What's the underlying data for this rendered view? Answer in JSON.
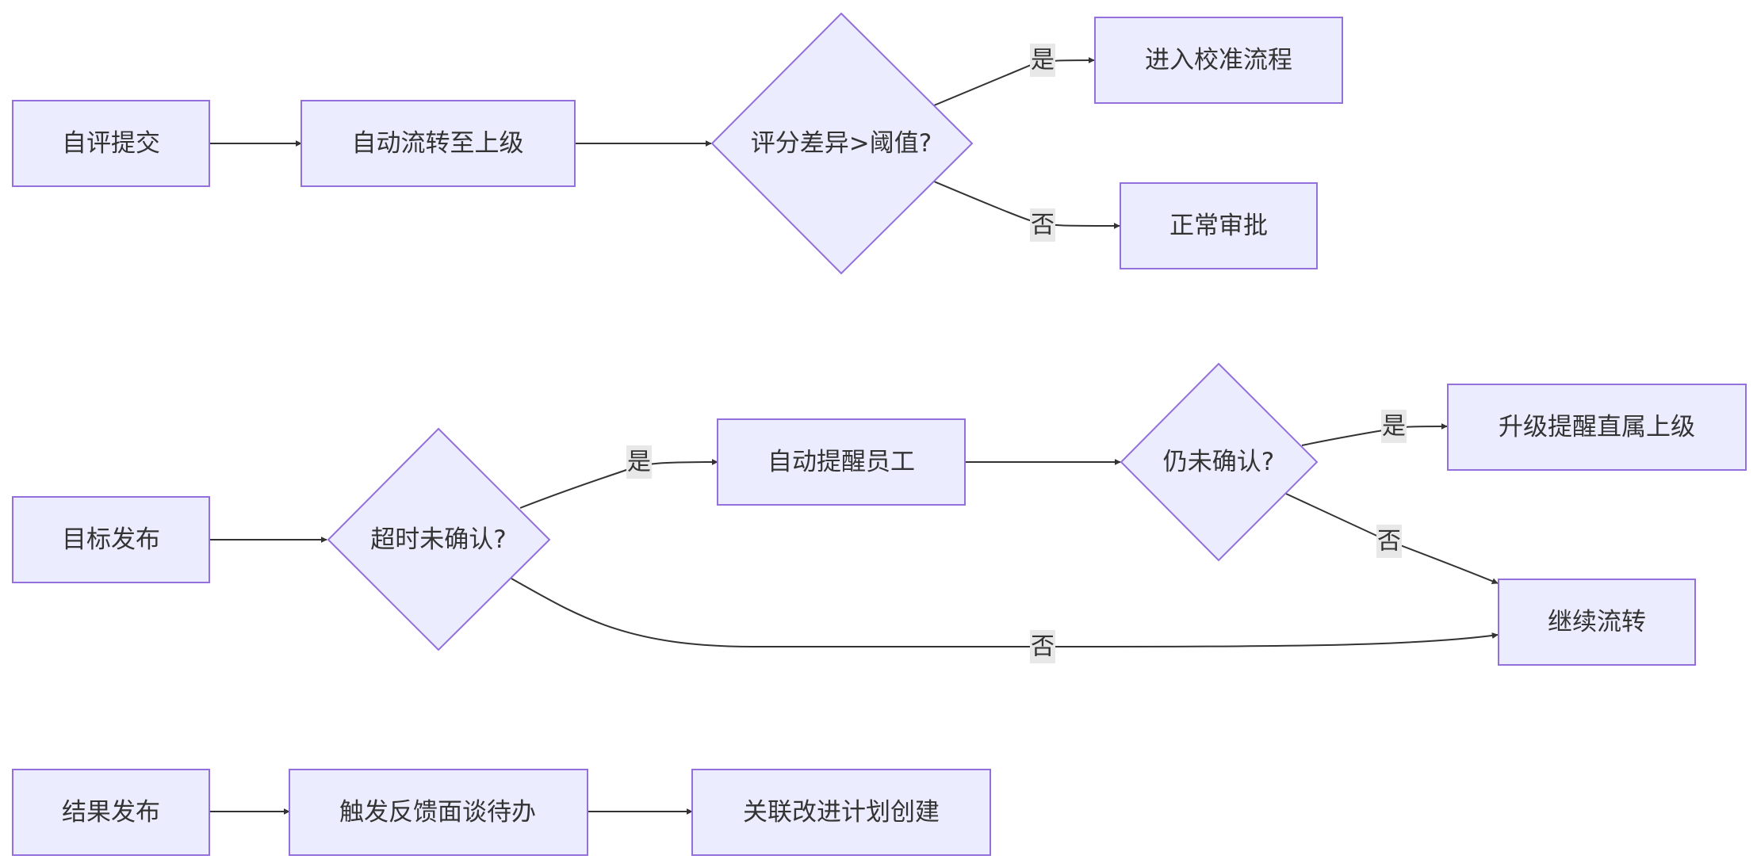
{
  "nodes": {
    "self_submit": "自评提交",
    "auto_forward_superior": "自动流转至上级",
    "score_diff_check": "评分差异>阈值?",
    "enter_calibration": "进入校准流程",
    "normal_approval": "正常审批",
    "goal_publish": "目标发布",
    "timeout_unconfirmed": "超时未确认?",
    "auto_remind_employee": "自动提醒员工",
    "still_unconfirmed": "仍未确认?",
    "escalate_remind_manager": "升级提醒直属上级",
    "continue_flow": "继续流转",
    "result_publish": "结果发布",
    "trigger_feedback_todo": "触发反馈面谈待办",
    "create_improvement_plan": "关联改进计划创建"
  },
  "edge_labels": {
    "yes": "是",
    "no": "否"
  },
  "colors": {
    "node_fill": "#ececff",
    "node_stroke": "#9370db",
    "edge": "#333333",
    "label_bg": "#e8e8e8"
  }
}
